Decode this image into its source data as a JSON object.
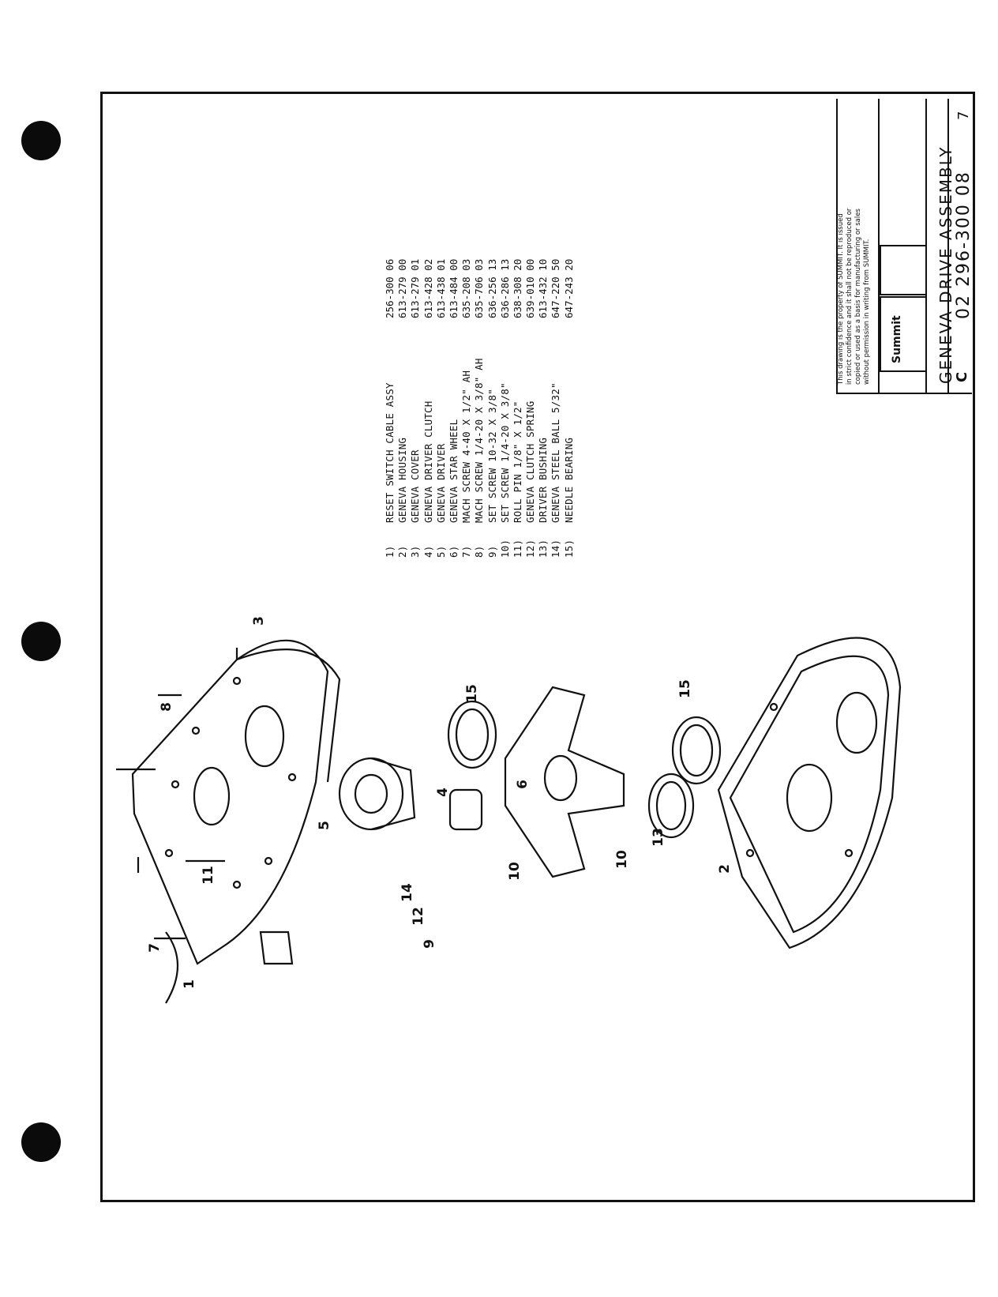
{
  "parts_list": [
    {
      "num": "1)",
      "desc": "RESET SWITCH CABLE ASSY",
      "pn": "256-300 06"
    },
    {
      "num": "2)",
      "desc": "GENEVA HOUSING",
      "pn": "613-279 00"
    },
    {
      "num": "3)",
      "desc": "GENEVA COVER",
      "pn": "613-279 01"
    },
    {
      "num": "4)",
      "desc": "GENEVA DRIVER CLUTCH",
      "pn": "613-428 02"
    },
    {
      "num": "5)",
      "desc": "GENEVA DRIVER",
      "pn": "613-438 01"
    },
    {
      "num": "6)",
      "desc": "GENEVA STAR WHEEL",
      "pn": "613-484 00"
    },
    {
      "num": "7)",
      "desc": "MACH SCREW 4-40 X 1/2\" AH",
      "pn": "635-208 03"
    },
    {
      "num": "8)",
      "desc": "MACH SCREW 1/4-20 X 3/8\" AH",
      "pn": "635-706 03"
    },
    {
      "num": "9)",
      "desc": "SET SCREW 10-32 X 3/8\"",
      "pn": "636-256 13"
    },
    {
      "num": "10)",
      "desc": "SET SCREW 1/4-20 X 3/8\"",
      "pn": "636-286 13"
    },
    {
      "num": "11)",
      "desc": "ROLL PIN 1/8\" X 1/2\"",
      "pn": "638-308 20"
    },
    {
      "num": "12)",
      "desc": "GENEVA CLUTCH SPRING",
      "pn": "639-010 00"
    },
    {
      "num": "13)",
      "desc": "DRIVER BUSHING",
      "pn": "613-432 10"
    },
    {
      "num": "14)",
      "desc": "GENEVA STEEL BALL 5/32\"",
      "pn": "647-220 50"
    },
    {
      "num": "15)",
      "desc": "NEEDLE BEARING",
      "pn": "647-243 20"
    }
  ],
  "callouts": [
    "1",
    "2",
    "3",
    "4",
    "5",
    "6",
    "7",
    "8",
    "9",
    "10",
    "10",
    "11",
    "12",
    "13",
    "14",
    "15",
    "15"
  ],
  "title_block": {
    "notice": [
      "This drawing is the property of SUMMIT.  It is issued",
      "in strict confidence and it shall not be reproduced or",
      "copied or used as a basis for manufacturing or sales",
      "without permission in writing from SUMMIT."
    ],
    "logo_text": "Summit",
    "title": "GENEVA DRIVE ASSEMBLY",
    "size": "C",
    "number": "02 296-300 08",
    "rev": "7"
  }
}
